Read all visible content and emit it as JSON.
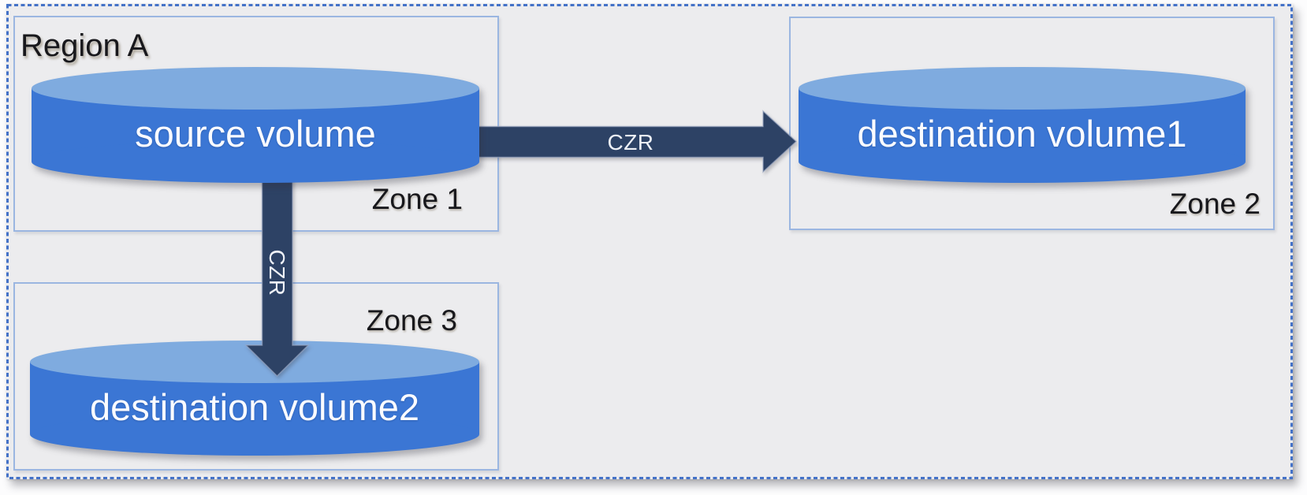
{
  "region": {
    "label": "Region A"
  },
  "zones": [
    {
      "label": "Zone 1"
    },
    {
      "label": "Zone 2"
    },
    {
      "label": "Zone 3"
    }
  ],
  "volumes": [
    {
      "label": "source volume",
      "zone": "Zone 1"
    },
    {
      "label": "destination volume1",
      "zone": "Zone 2"
    },
    {
      "label": "destination volume2",
      "zone": "Zone 3"
    }
  ],
  "arrows": [
    {
      "label": "CZR",
      "from": "source volume",
      "to": "destination volume1",
      "direction": "right"
    },
    {
      "label": "CZR",
      "from": "source volume",
      "to": "destination volume2",
      "direction": "down"
    }
  ],
  "colors": {
    "canvas_bg": "#fcfcfd",
    "slide_bg": "#ececee",
    "frame_border": "#4472c8",
    "zone_border": "#9bb6e1",
    "cylinder_body": "#3b76d4",
    "cylinder_top": "#7fabdf",
    "arrow_fill": "#2d4265",
    "label_text": "#18181c",
    "volume_text": "#fafbff",
    "arrow_text": "#eef1f7"
  }
}
